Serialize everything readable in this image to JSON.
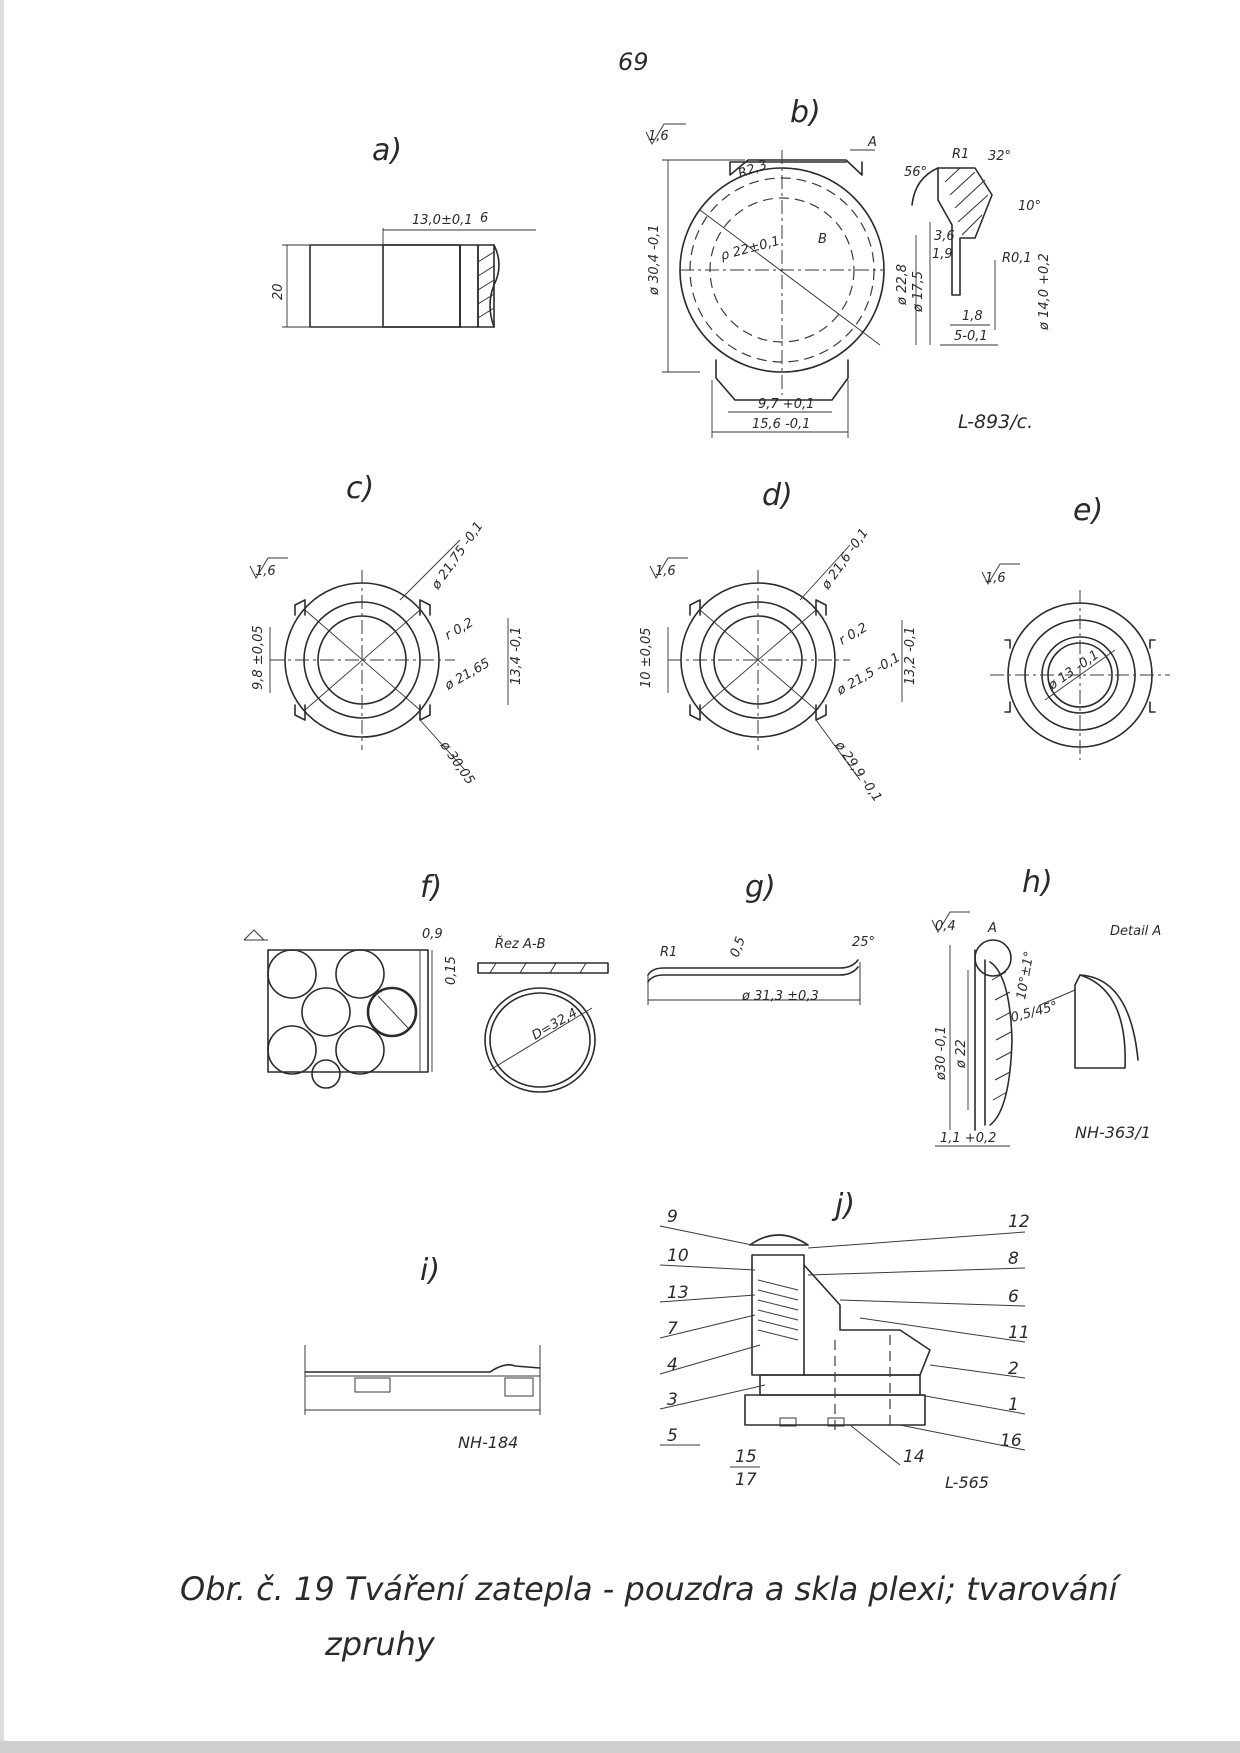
{
  "page_number": "69",
  "figure_labels": {
    "a": "a)",
    "b": "b)",
    "c": "c)",
    "d": "d)",
    "e": "e)",
    "f": "f)",
    "g": "g)",
    "h": "h)",
    "i": "i)",
    "j": "j)"
  },
  "drawing_numbers": {
    "b": "L-893/c.",
    "h": "NH-363/1",
    "i": "NH-184",
    "j": "L-565"
  },
  "dimensions": {
    "a": {
      "height": "20",
      "length": "13,0±0,1",
      "thickness": "6"
    },
    "b": {
      "surface": "1,6",
      "section": "A",
      "outer_dia": "ø 30,4 -0,1",
      "radius": "R2,3",
      "inner_radius": "ρ 22±0,1",
      "b_mark": "B",
      "lug_inner": "9,7 +0,1",
      "lug_outer": "15,6 -0,1",
      "chamfer_r": "R1",
      "angle_a": "32°",
      "angle_b": "56°",
      "angle_c": "10°",
      "s1": "3,6",
      "s2": "1,9",
      "dia_a": "ø 22,8",
      "dia_b": "ø 17,5",
      "dia_c": "ø 14,0 +0,2",
      "w1": "1,8",
      "w2": "5-0,1",
      "rr": "R0,1"
    },
    "c": {
      "surface": "1,6",
      "d1": "ø 21,75 -0,1",
      "r": "r 0,2",
      "d2": "ø 21,65",
      "d3": "ø 30,05",
      "w": "9,8 ±0,05",
      "h": "13,4 -0,1"
    },
    "d": {
      "surface": "1,6",
      "d1": "ø 21,6 -0,1",
      "r": "r 0,2",
      "d2": "ø 21,5 -0,1",
      "d3": "ø 29,9 -0,1",
      "w": "10 ±0,05",
      "h": "13,2 -0,1"
    },
    "e": {
      "surface": "1,6",
      "d1": "ø 13 -0,1"
    },
    "f": {
      "t1": "0,9",
      "t2": "0,15",
      "r": "Řez A-B",
      "dia": "D=32,4"
    },
    "g": {
      "r": "R1",
      "t": "0,5",
      "angle": "25°",
      "dia": "ø 31,3 ±0,3"
    },
    "h": {
      "surface": "0,4",
      "detail": "Detail A",
      "angle": "10°±1°",
      "chamfer": "0,5/45°",
      "d1": "ø30 -0,1",
      "d2": "ø 22",
      "w": "1,1 +0,2",
      "a_mark": "A"
    }
  },
  "assembly_parts": {
    "left": [
      "9",
      "10",
      "13",
      "7",
      "4",
      "3",
      "5"
    ],
    "right": [
      "12",
      "8",
      "6",
      "11",
      "2",
      "1",
      "16"
    ],
    "bottom": [
      "14",
      "15",
      "17"
    ]
  },
  "caption": {
    "line1": "Obr. č. 19 Tváření zatepla - pouzdra a skla plexi; tvarování",
    "line2": "zpruhy"
  }
}
